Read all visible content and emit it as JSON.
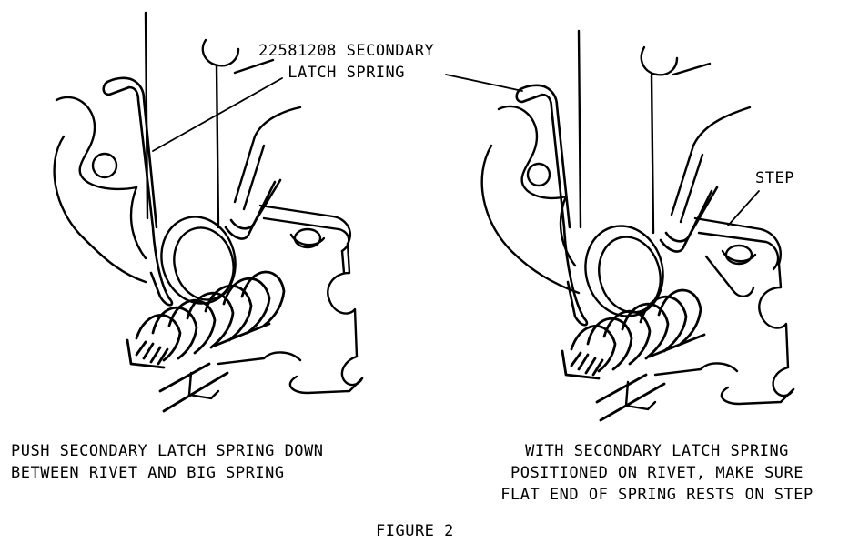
{
  "callouts": {
    "part": [
      "22581208 SECONDARY",
      "LATCH SPRING"
    ],
    "step": "STEP"
  },
  "captions": {
    "left": [
      "PUSH SECONDARY LATCH SPRING DOWN",
      "BETWEEN RIVET AND BIG SPRING"
    ],
    "right": [
      "WITH SECONDARY LATCH SPRING",
      "POSITIONED ON RIVET, MAKE SURE",
      "FLAT END OF SPRING RESTS ON STEP"
    ]
  },
  "figure_label": "FIGURE 2",
  "colors": {
    "ink": "#000000",
    "paper": "#ffffff"
  }
}
